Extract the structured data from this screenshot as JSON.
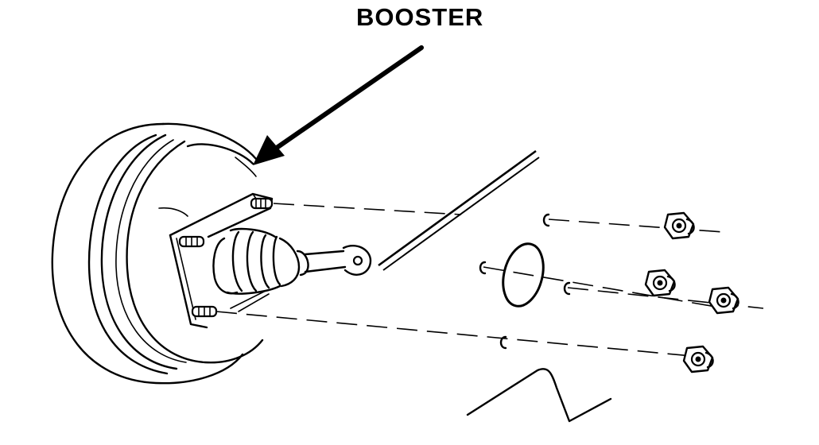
{
  "callout": {
    "label": "BOOSTER"
  },
  "colors": {
    "ink": "#000000",
    "background": "#ffffff"
  },
  "parts": {
    "booster_body": "booster-diaphragm-housing",
    "pushrod": "clevis-pushrod",
    "seal": "o-ring-seal",
    "nuts": [
      "flange-nut",
      "flange-nut",
      "flange-nut",
      "flange-nut"
    ],
    "washers": [
      "washer",
      "washer",
      "washer",
      "washer"
    ]
  }
}
